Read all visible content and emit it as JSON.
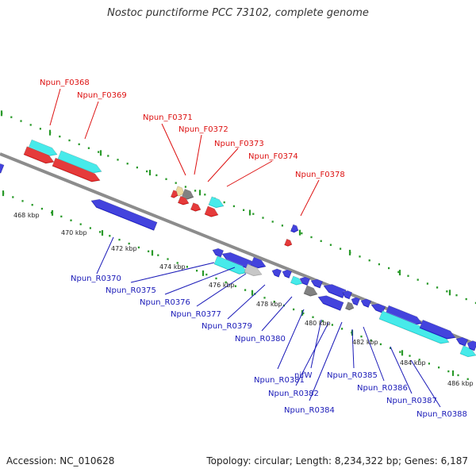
{
  "title": "Nostoc punctiforme PCC 73102, complete genome",
  "footer": {
    "accession": "Accession: NC_010628",
    "meta": "Topology: circular; Length: 8,234,322 bp; Genes: 6,187"
  },
  "colors": {
    "forward_label": "#dd1111",
    "reverse_label": "#1a1ab8",
    "backbone": "#8c8c8c",
    "tick": "#2a9a2a",
    "gene_blue": "#1a1ad6",
    "gene_cyan": "#1fe6e6",
    "gene_red": "#e01010",
    "gene_gray": "#666666",
    "gene_lightgray": "#bbbbbb",
    "gene_tan": "#e8d28a"
  },
  "scale_labels": [
    "468 kbp",
    "470 kbp",
    "472 kbp",
    "474 kbp",
    "476 kbp",
    "478 kbp",
    "480 kbp",
    "482 kbp",
    "484 kbp",
    "486 kbp"
  ],
  "forward_labels": [
    "Npun_F0368",
    "Npun_F0369",
    "Npun_F0371",
    "Npun_F0372",
    "Npun_F0373",
    "Npun_F0374",
    "Npun_F0378"
  ],
  "reverse_labels": [
    "Npun_R0370",
    "Npun_R0375",
    "Npun_R0376",
    "Npun_R0377",
    "Npun_R0379",
    "Npun_R0380",
    "Npun_R0381",
    "nifW",
    "Npun_R0385",
    "Npun_R0382",
    "Npun_R0384",
    "Npun_R0386",
    "Npun_R0387",
    "Npun_R0388"
  ]
}
